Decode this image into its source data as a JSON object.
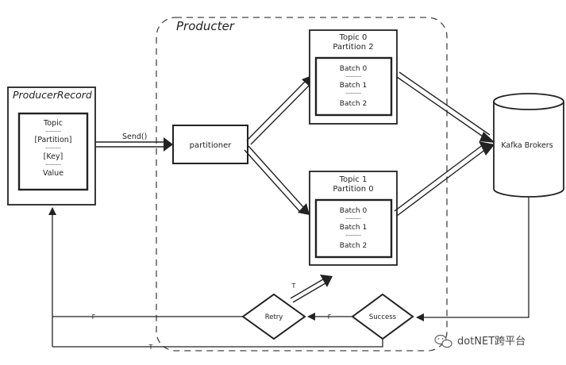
{
  "producer_record": {
    "title": "ProducerRecord",
    "fields": [
      "Topic",
      "[Partition]",
      "[Key]",
      "Value"
    ],
    "separator": "---------"
  },
  "producer_group": {
    "label": "Producter"
  },
  "send_label": "Send()",
  "partitioner_label": "partitioner",
  "topic0": {
    "title_line1": "Topic 0",
    "title_line2": "Partition 2",
    "batches": [
      "Batch 0",
      "Batch 1",
      "Batch 2"
    ]
  },
  "topic1": {
    "title_line1": "Topic 1",
    "title_line2": "Partition 0",
    "batches": [
      "Batch 0",
      "Batch 1",
      "Batch 2"
    ]
  },
  "kafka_label": "Kafka Brokers",
  "retry_label": "Retry",
  "success_label": "Success",
  "edge_labels": {
    "retry_true": "T",
    "success_false": "F",
    "retry_false": "F",
    "success_true": "T"
  },
  "watermark": "dotNET跨平台"
}
